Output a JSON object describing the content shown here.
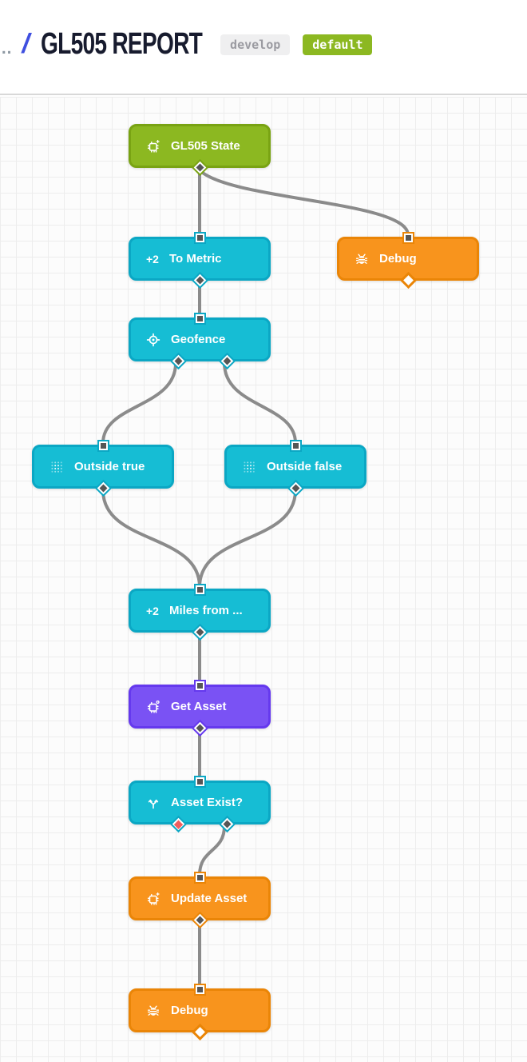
{
  "header": {
    "breadcrumb_ellipsis": "...",
    "breadcrumb_separator": "/",
    "title": "GL505 REPORT",
    "version_badge": "develop",
    "environment_badge": "default"
  },
  "workflow": {
    "nodes": [
      {
        "id": "gl505-state",
        "label": "GL505 State",
        "icon": "chip-state-icon",
        "color": "green",
        "outputs": [
          "connected"
        ]
      },
      {
        "id": "to-metric",
        "label": "To Metric",
        "badge": "+2",
        "color": "cyan",
        "outputs": [
          "connected"
        ]
      },
      {
        "id": "debug-1",
        "label": "Debug",
        "icon": "bug-icon",
        "color": "orange",
        "outputs": [
          "open"
        ]
      },
      {
        "id": "geofence",
        "label": "Geofence",
        "icon": "target-icon",
        "color": "cyan",
        "outputs": [
          "connected",
          "connected"
        ]
      },
      {
        "id": "outside-true",
        "label": "Outside true",
        "icon": "dots-grid-icon",
        "color": "cyan",
        "outputs": [
          "connected"
        ]
      },
      {
        "id": "outside-false",
        "label": "Outside false",
        "icon": "dots-grid-icon",
        "color": "cyan",
        "outputs": [
          "connected"
        ]
      },
      {
        "id": "miles-from",
        "label": "Miles from ...",
        "badge": "+2",
        "color": "cyan",
        "outputs": [
          "connected"
        ]
      },
      {
        "id": "get-asset",
        "label": "Get Asset",
        "icon": "chip-state-icon",
        "color": "purple",
        "outputs": [
          "connected"
        ]
      },
      {
        "id": "asset-exist",
        "label": "Asset Exist?",
        "icon": "branch-icon",
        "color": "cyan",
        "outputs": [
          "error",
          "connected"
        ]
      },
      {
        "id": "update-asset",
        "label": "Update Asset",
        "icon": "chip-state-icon",
        "color": "orange",
        "outputs": [
          "connected"
        ]
      },
      {
        "id": "debug-2",
        "label": "Debug",
        "icon": "bug-icon",
        "color": "orange",
        "outputs": [
          "open"
        ]
      }
    ],
    "connections": [
      {
        "from": "gl505-state",
        "to": "to-metric"
      },
      {
        "from": "gl505-state",
        "to": "debug-1"
      },
      {
        "from": "to-metric",
        "to": "geofence"
      },
      {
        "from": "geofence",
        "from_output": "left",
        "to": "outside-true"
      },
      {
        "from": "geofence",
        "from_output": "right",
        "to": "outside-false"
      },
      {
        "from": "outside-true",
        "to": "miles-from"
      },
      {
        "from": "outside-false",
        "to": "miles-from"
      },
      {
        "from": "miles-from",
        "to": "get-asset"
      },
      {
        "from": "get-asset",
        "to": "asset-exist"
      },
      {
        "from": "asset-exist",
        "from_output": "right",
        "to": "update-asset"
      },
      {
        "from": "update-asset",
        "to": "debug-2"
      }
    ],
    "colors": {
      "node_green": "#8cb821",
      "node_green_border": "#79a313",
      "node_cyan": "#16bdd4",
      "node_cyan_border": "#0ba7c4",
      "node_orange": "#f8941d",
      "node_orange_border": "#ea8507",
      "node_purple": "#7a52f4",
      "node_purple_border": "#6539ee",
      "wire": "#8b8b8b",
      "connector_core": "#565656",
      "connector_error": "#f15e5e",
      "grid_line": "#ededed",
      "canvas_bg": "#fcfcfc",
      "badge_develop_bg": "#efeff0",
      "badge_develop_text": "#9b9ba1",
      "badge_default_bg": "#8cb821",
      "badge_default_text": "#ffffff",
      "breadcrumb_separator": "#3f4fe0",
      "title_text": "#171b2e"
    }
  }
}
